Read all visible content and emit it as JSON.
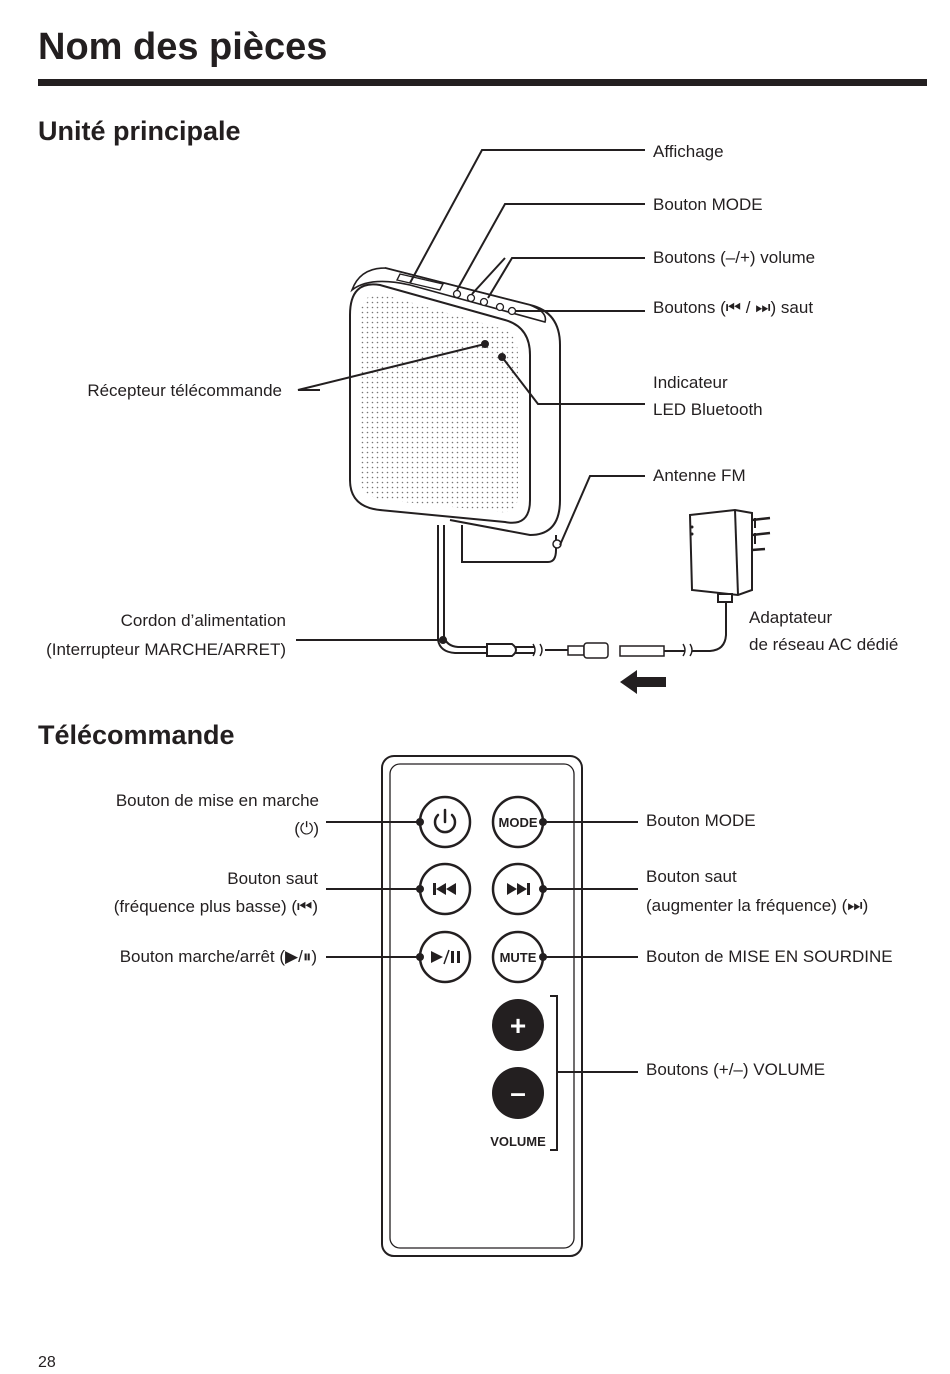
{
  "page": {
    "title": "Nom des pièces",
    "page_number": "28"
  },
  "main_unit": {
    "heading": "Unité principale",
    "labels": {
      "display": "Affichage",
      "mode_button": "Bouton MODE",
      "volume_buttons": "Boutons (–/+) volume",
      "skip_buttons": "Boutons (⏮ / ⏭) saut",
      "remote_receiver": "Récepteur télécommande",
      "bt_led_line1": "Indicateur",
      "bt_led_line2": "LED Bluetooth",
      "fm_antenna": "Antenne FM",
      "power_cord_line1": "Cordon d’alimentation",
      "power_cord_line2": "(Interrupteur MARCHE/ARRET)",
      "adapter_line1": "Adaptateur",
      "adapter_line2": "de réseau AC dédié"
    }
  },
  "remote": {
    "heading": "Télécommande",
    "labels": {
      "power_line1": "Bouton de mise en marche",
      "power_line2": "(⏻)",
      "skip_down_line1": "Bouton saut",
      "skip_down_line2": "(fréquence plus basse) (⏮)",
      "play_pause": "Bouton marche/arrêt (▶/⏸)",
      "mode": "Bouton MODE",
      "skip_up_line1": "Bouton saut",
      "skip_up_line2": "(augmenter la fréquence) (⏭)",
      "mute": "Bouton de MISE EN SOURDINE",
      "volume": "Boutons (+/–) VOLUME"
    },
    "buttons": {
      "mode": "MODE",
      "mute": "MUTE",
      "plus": "+",
      "minus": "–",
      "volume": "VOLUME"
    }
  },
  "icons": [
    "power-icon",
    "previous-track-icon",
    "next-track-icon",
    "play-pause-icon",
    "arrow-left-icon",
    "ac-adapter-icon"
  ]
}
